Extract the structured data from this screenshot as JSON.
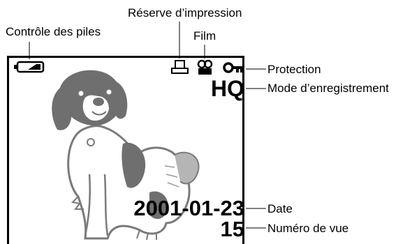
{
  "labels": {
    "reserve": "Réserve d’impression",
    "battery": "Contrôle des piles",
    "film": "Film",
    "protection": "Protection",
    "mode": "Mode d’enregistrement",
    "date": "Date",
    "frame": "Numéro de vue"
  },
  "screen": {
    "quality": "HQ",
    "date": "2001-01-23",
    "frame_number": "15"
  },
  "icons": [
    "battery-icon",
    "print-reserve-icon",
    "film-icon",
    "protection-key-icon",
    "dog-image"
  ]
}
